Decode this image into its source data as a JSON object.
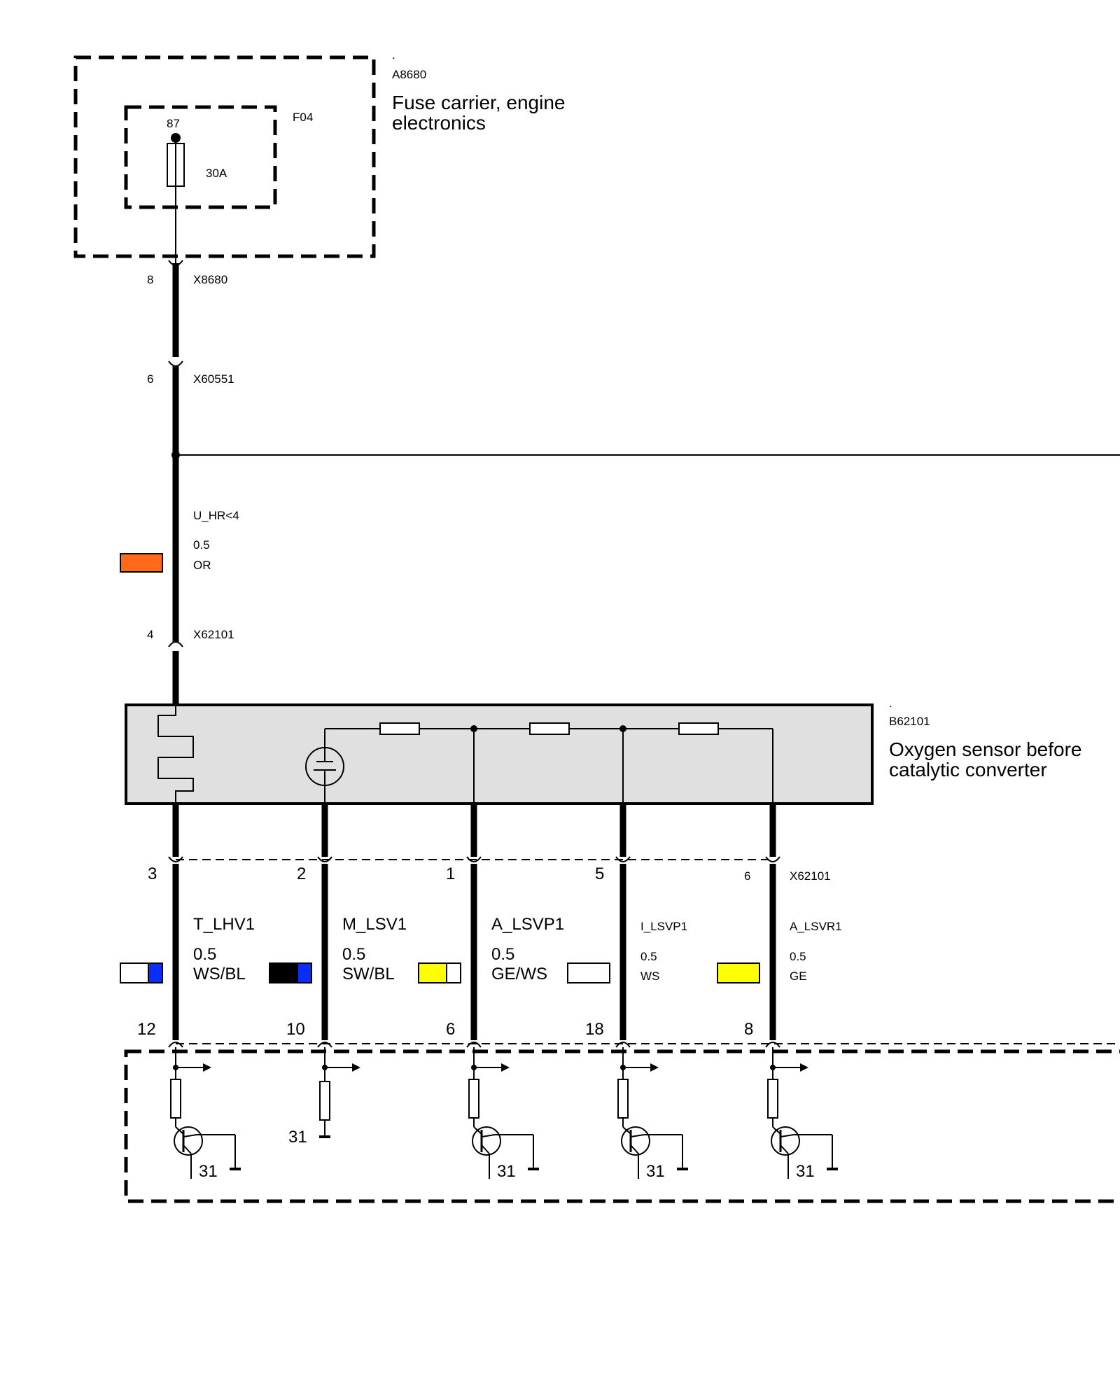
{
  "fuse_carrier": {
    "dot": ".",
    "id": "A8680",
    "title_line1": "Fuse carrier, engine",
    "title_line2": "electronics",
    "fuse_id": "F04",
    "pin": "87",
    "rating": "30A"
  },
  "connectors": {
    "x8680": {
      "pin": "8",
      "id": "X8680"
    },
    "x60551": {
      "pin": "6",
      "id": "X60551"
    },
    "x62101_top": {
      "pin": "4",
      "id": "X62101"
    }
  },
  "supply_wire": {
    "signal": "U_HR<4",
    "gauge": "0.5",
    "color_code": "OR",
    "swatch_color": "#ff6a1a"
  },
  "sensor": {
    "dot": ".",
    "id": "B62101",
    "title_line1": "Oxygen sensor before",
    "title_line2": "catalytic converter"
  },
  "sensor_connector": {
    "id": "X62101"
  },
  "wires": [
    {
      "pin_top": "3",
      "signal": "T_LHV1",
      "gauge": "0.5",
      "color_code": "WS/BL",
      "pin_bottom": "12",
      "swatch": [
        "#ffffff",
        "#0a2dff"
      ]
    },
    {
      "pin_top": "2",
      "signal": "M_LSV1",
      "gauge": "0.5",
      "color_code": "SW/BL",
      "pin_bottom": "10",
      "swatch": [
        "#000000",
        "#0a2dff"
      ]
    },
    {
      "pin_top": "1",
      "signal": "A_LSVP1",
      "gauge": "0.5",
      "color_code": "GE/WS",
      "pin_bottom": "6",
      "swatch": [
        "#ffff00",
        "#ffffff"
      ]
    },
    {
      "pin_top": "5",
      "signal": "I_LSVP1",
      "gauge": "0.5",
      "color_code": "WS",
      "pin_bottom": "18",
      "swatch": [
        "#ffffff"
      ]
    },
    {
      "pin_top": "6",
      "signal": "A_LSVR1",
      "gauge": "0.5",
      "color_code": "GE",
      "pin_bottom": "8",
      "swatch": [
        "#ffff00"
      ]
    }
  ],
  "ground": {
    "label_1": "31",
    "label_2": "31",
    "label_3": "31",
    "label_4": "31",
    "label_5": "31"
  },
  "colors": {
    "box_fill": "#e0e0e0",
    "line": "#000000"
  }
}
